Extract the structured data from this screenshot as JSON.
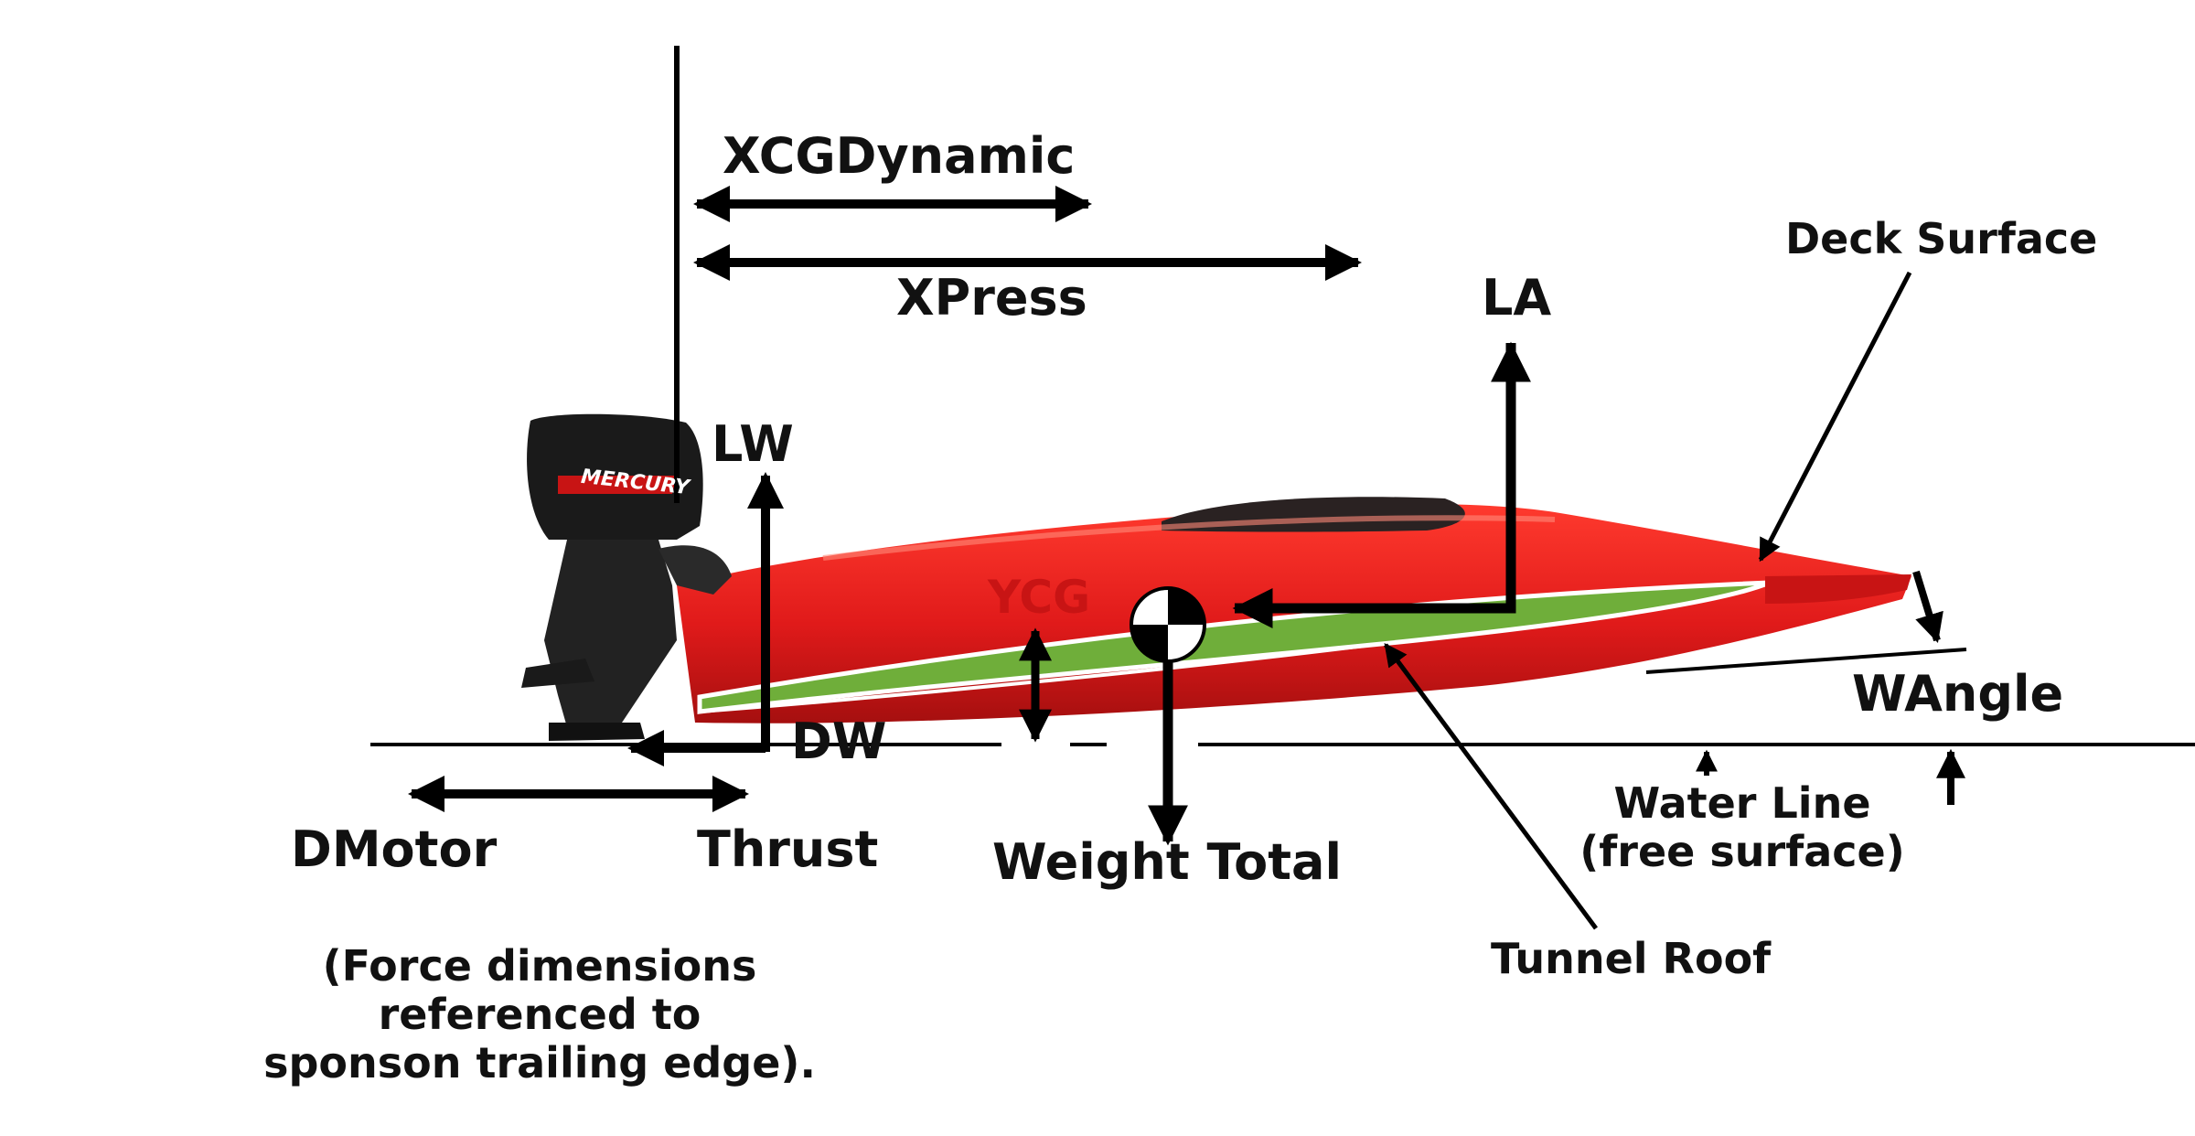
{
  "labels": {
    "xcg_dynamic": "XCGDynamic",
    "xpress": "XPress",
    "la": "LA",
    "lw": "LW",
    "ycg": "YCG",
    "dw": "DW",
    "dmotor": "DMotor",
    "thrust": "Thrust",
    "weight_total": "Weight Total",
    "deck_surface": "Deck Surface",
    "wangle": "WAngle",
    "water_line": [
      "Water Line",
      "(free surface)"
    ],
    "tunnel_roof": "Tunnel Roof",
    "note": [
      "(Force dimensions",
      "referenced to",
      "sponson trailing edge)."
    ],
    "motor_brand": "MERCURY"
  },
  "colors": {
    "hull_red": "#e01a1a",
    "hull_dark_red": "#a50f0f",
    "tunnel_green": "#6fae3a",
    "motor_black": "#1a1a1a",
    "line": "#000000",
    "ycg_text": "#c81414"
  },
  "icons": {
    "cg_marker": "center-of-gravity-icon",
    "motor": "outboard-motor-icon"
  }
}
